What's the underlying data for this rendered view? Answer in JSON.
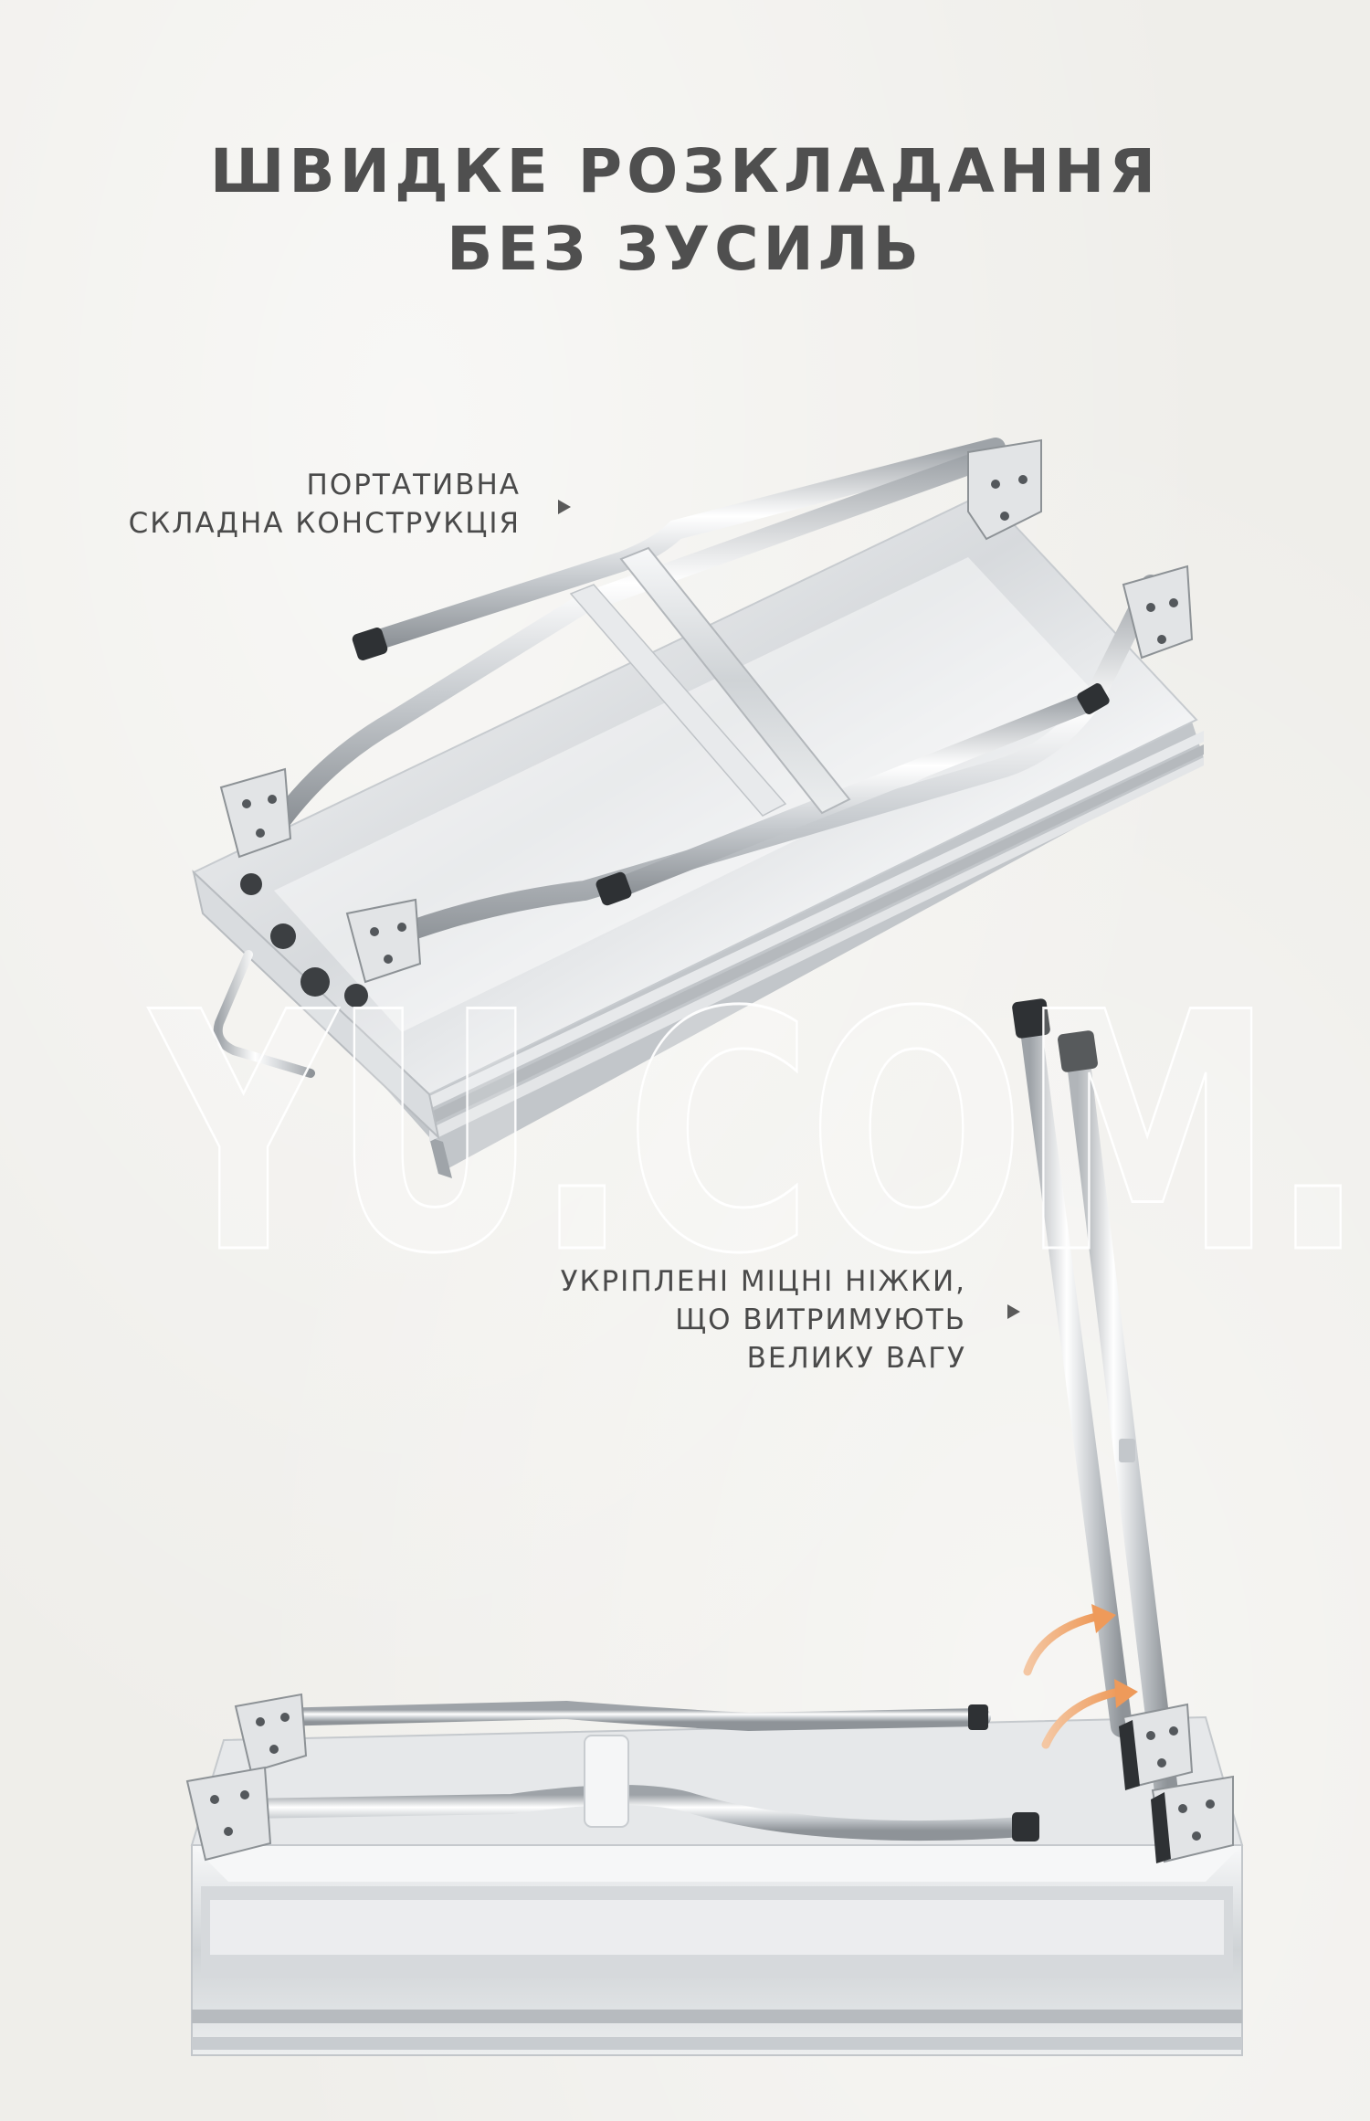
{
  "headline": {
    "line1": "ШВИДКЕ РОЗКЛАДАННЯ",
    "line2": "БЕЗ ЗУСИЛЬ"
  },
  "callouts": [
    {
      "lines": [
        "ПОРТАТИВНА",
        "СКЛАДНА КОНСТРУКЦІЯ"
      ]
    },
    {
      "lines": [
        "УКРІПЛЕНІ МІЦНІ НІЖКИ,",
        "ЩО ВИТРИМУЮТЬ",
        "ВЕЛИКУ ВАГУ"
      ]
    }
  ],
  "watermark": "YU.COM.UA",
  "colors": {
    "heading": "#4f4f4f",
    "text": "#4a4a4a",
    "accent": "#f0a66a",
    "steel": "#d9dcdf"
  },
  "icons": {
    "callout_pointer": "triangle-right-icon",
    "motion_arrow": "curved-arrow-icon"
  }
}
